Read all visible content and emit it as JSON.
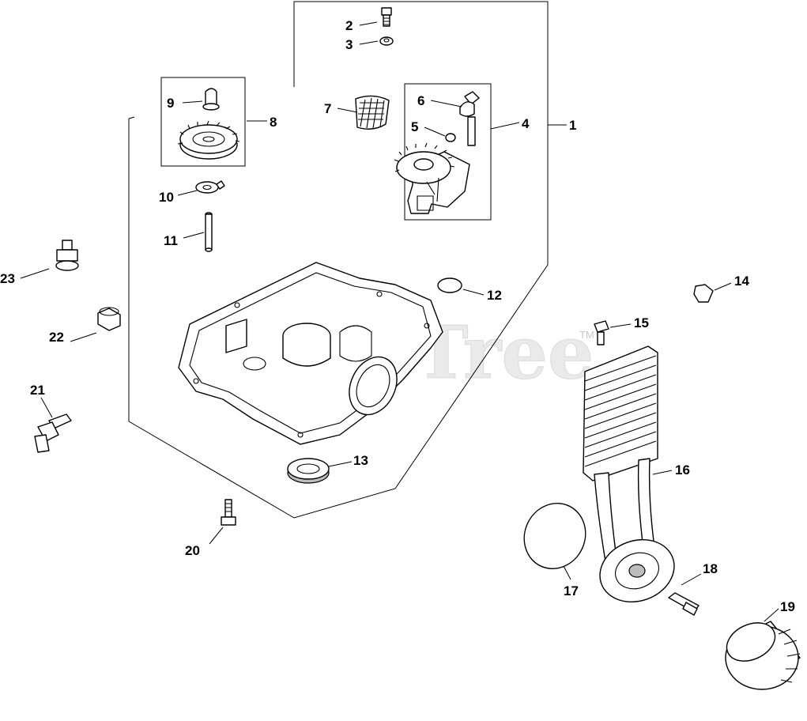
{
  "watermark": {
    "text": "PartsTree",
    "trademark": "TM"
  },
  "callouts": [
    {
      "id": "1",
      "label": "1"
    },
    {
      "id": "2",
      "label": "2"
    },
    {
      "id": "3",
      "label": "3"
    },
    {
      "id": "4",
      "label": "4"
    },
    {
      "id": "5",
      "label": "5"
    },
    {
      "id": "6",
      "label": "6"
    },
    {
      "id": "7",
      "label": "7"
    },
    {
      "id": "8",
      "label": "8"
    },
    {
      "id": "9",
      "label": "9"
    },
    {
      "id": "10",
      "label": "10"
    },
    {
      "id": "11",
      "label": "11"
    },
    {
      "id": "12",
      "label": "12"
    },
    {
      "id": "13",
      "label": "13"
    },
    {
      "id": "14",
      "label": "14"
    },
    {
      "id": "15",
      "label": "15"
    },
    {
      "id": "16",
      "label": "16"
    },
    {
      "id": "17",
      "label": "17"
    },
    {
      "id": "18",
      "label": "18"
    },
    {
      "id": "19",
      "label": "19"
    },
    {
      "id": "20",
      "label": "20"
    },
    {
      "id": "21",
      "label": "21"
    },
    {
      "id": "22",
      "label": "22"
    },
    {
      "id": "23",
      "label": "23"
    }
  ]
}
